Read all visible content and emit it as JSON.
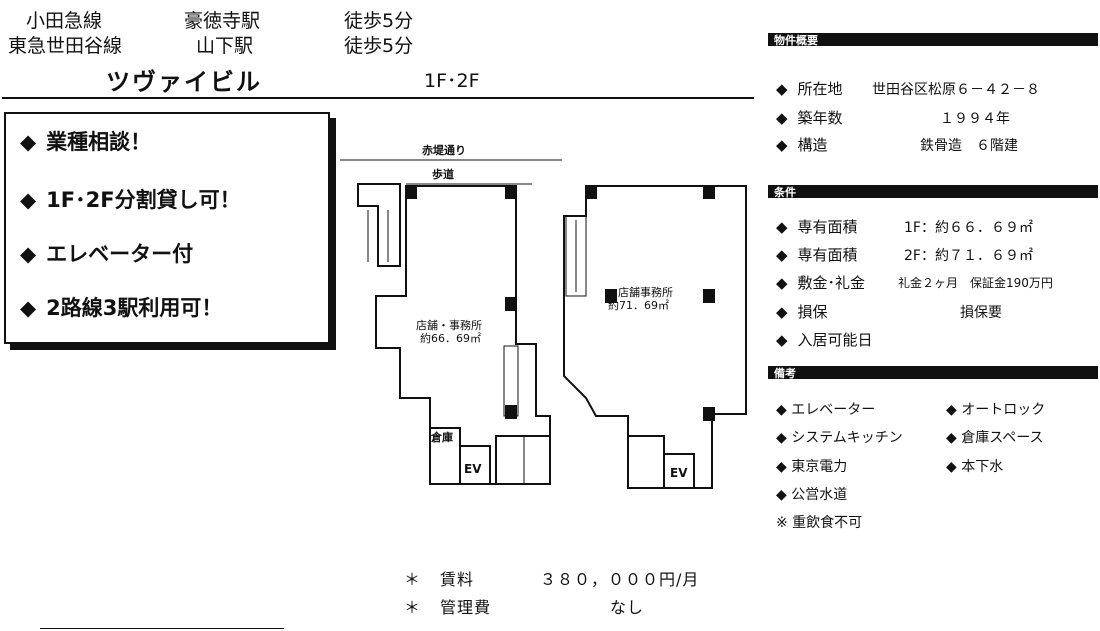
{
  "access": [
    {
      "line": "小田急線",
      "station": "豪徳寺駅",
      "walk": "徒歩5分"
    },
    {
      "line": "東急世田谷線",
      "station": "山下駅",
      "walk": "徒歩5分"
    }
  ],
  "building": {
    "name": "ツヴァイビル",
    "floors": "1F･2F"
  },
  "features": [
    "業種相談！",
    "1F･2F分割貸し可！",
    "エレベーター付",
    "2路線3駅利用可！"
  ],
  "floorplan": {
    "street": "赤堤通り",
    "sidewalk": "歩道",
    "f1_label": "店舗・事務所",
    "f1_area": "約66．69㎡",
    "f2_label": "店舗事務所",
    "f2_area": "約71．69㎡",
    "storage": "倉庫",
    "ev": "EV"
  },
  "overview": {
    "title": "物件概要",
    "rows": [
      {
        "label": "所在地",
        "value": "世田谷区松原６－４２－８"
      },
      {
        "label": "築年数",
        "value": "１９９４年"
      },
      {
        "label": "構造",
        "value": "鉄骨造　６階建"
      }
    ]
  },
  "conditions": {
    "title": "条件",
    "rows": [
      {
        "label": "専有面積",
        "value": "1F：約６６．６９㎡"
      },
      {
        "label": "専有面積",
        "value": "2F：約７１．６９㎡"
      },
      {
        "label": "敷金･礼金",
        "value": "礼金２ヶ月　保証金190万円"
      },
      {
        "label": "損保",
        "value": "損保要"
      },
      {
        "label": "入居可能日",
        "value": ""
      }
    ]
  },
  "remarks": {
    "title": "備考",
    "items": [
      "◆ エレベーター",
      "◆ オートロック",
      "◆ システムキッチン",
      "◆ 倉庫スペース",
      "◆ 東京電力",
      "◆ 本下水",
      "◆ 公営水道",
      "※ 重飲食不可"
    ]
  },
  "fees": [
    {
      "mark": "＊",
      "label": "賃料",
      "value": "３８０，０００円/月"
    },
    {
      "mark": "＊",
      "label": "管理費",
      "value": "なし"
    }
  ],
  "bullet": "◆"
}
